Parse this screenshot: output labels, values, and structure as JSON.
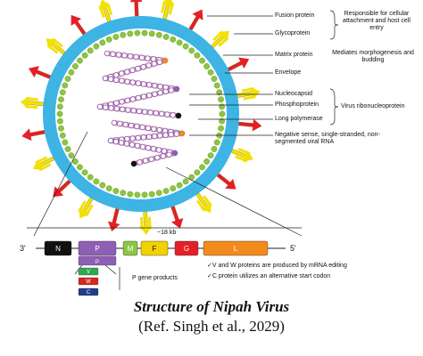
{
  "labels": {
    "fusion_protein": "Fusion protein",
    "glycoprotein": "Glycoprotein",
    "attach_note": "Responsible for cellular attachment and host cell entry",
    "matrix_protein": "Matrix protein",
    "matrix_note": "Mediates morphogenesis and budding",
    "envelope": "Envelope",
    "nucleocapsid": "Nucleocapsid",
    "phosphoprotein": "Phosphoprotein",
    "long_polymerase": "Long polymerase",
    "rnp_note": "Virus ribonucleoprotein",
    "rna": "Negative sense, single-stranded, non-segmented viral RNA"
  },
  "genome": {
    "end_left": "3'",
    "end_right": "5'",
    "length": "~18 kb",
    "genes": [
      {
        "name": "N",
        "color": "#111111"
      },
      {
        "name": "P",
        "color": "#8e5fb5"
      },
      {
        "name": "M",
        "color": "#8cc63f"
      },
      {
        "name": "F",
        "color": "#f2d100"
      },
      {
        "name": "G",
        "color": "#e41f26"
      },
      {
        "name": "L",
        "color": "#f28a1c"
      }
    ],
    "p_products": [
      {
        "name": "P",
        "color": "#8e5fb5"
      },
      {
        "name": "V",
        "color": "#2fa84f"
      },
      {
        "name": "W",
        "color": "#d7261e"
      },
      {
        "name": "C",
        "color": "#1f3d8c"
      }
    ],
    "p_products_label": "P gene products",
    "notes": [
      "✓V and W proteins are produced by mRNA editing",
      "✓C protein utilizes an alternative start codon"
    ]
  },
  "caption": {
    "title": "Structure of Nipah Virus",
    "ref": "(Ref. Singh et al., 2029)"
  },
  "colors": {
    "envelope": "#3db4e4",
    "matrix": "#8cc63f",
    "fusion": "#e41f26",
    "glyco": "#f2e100"
  }
}
